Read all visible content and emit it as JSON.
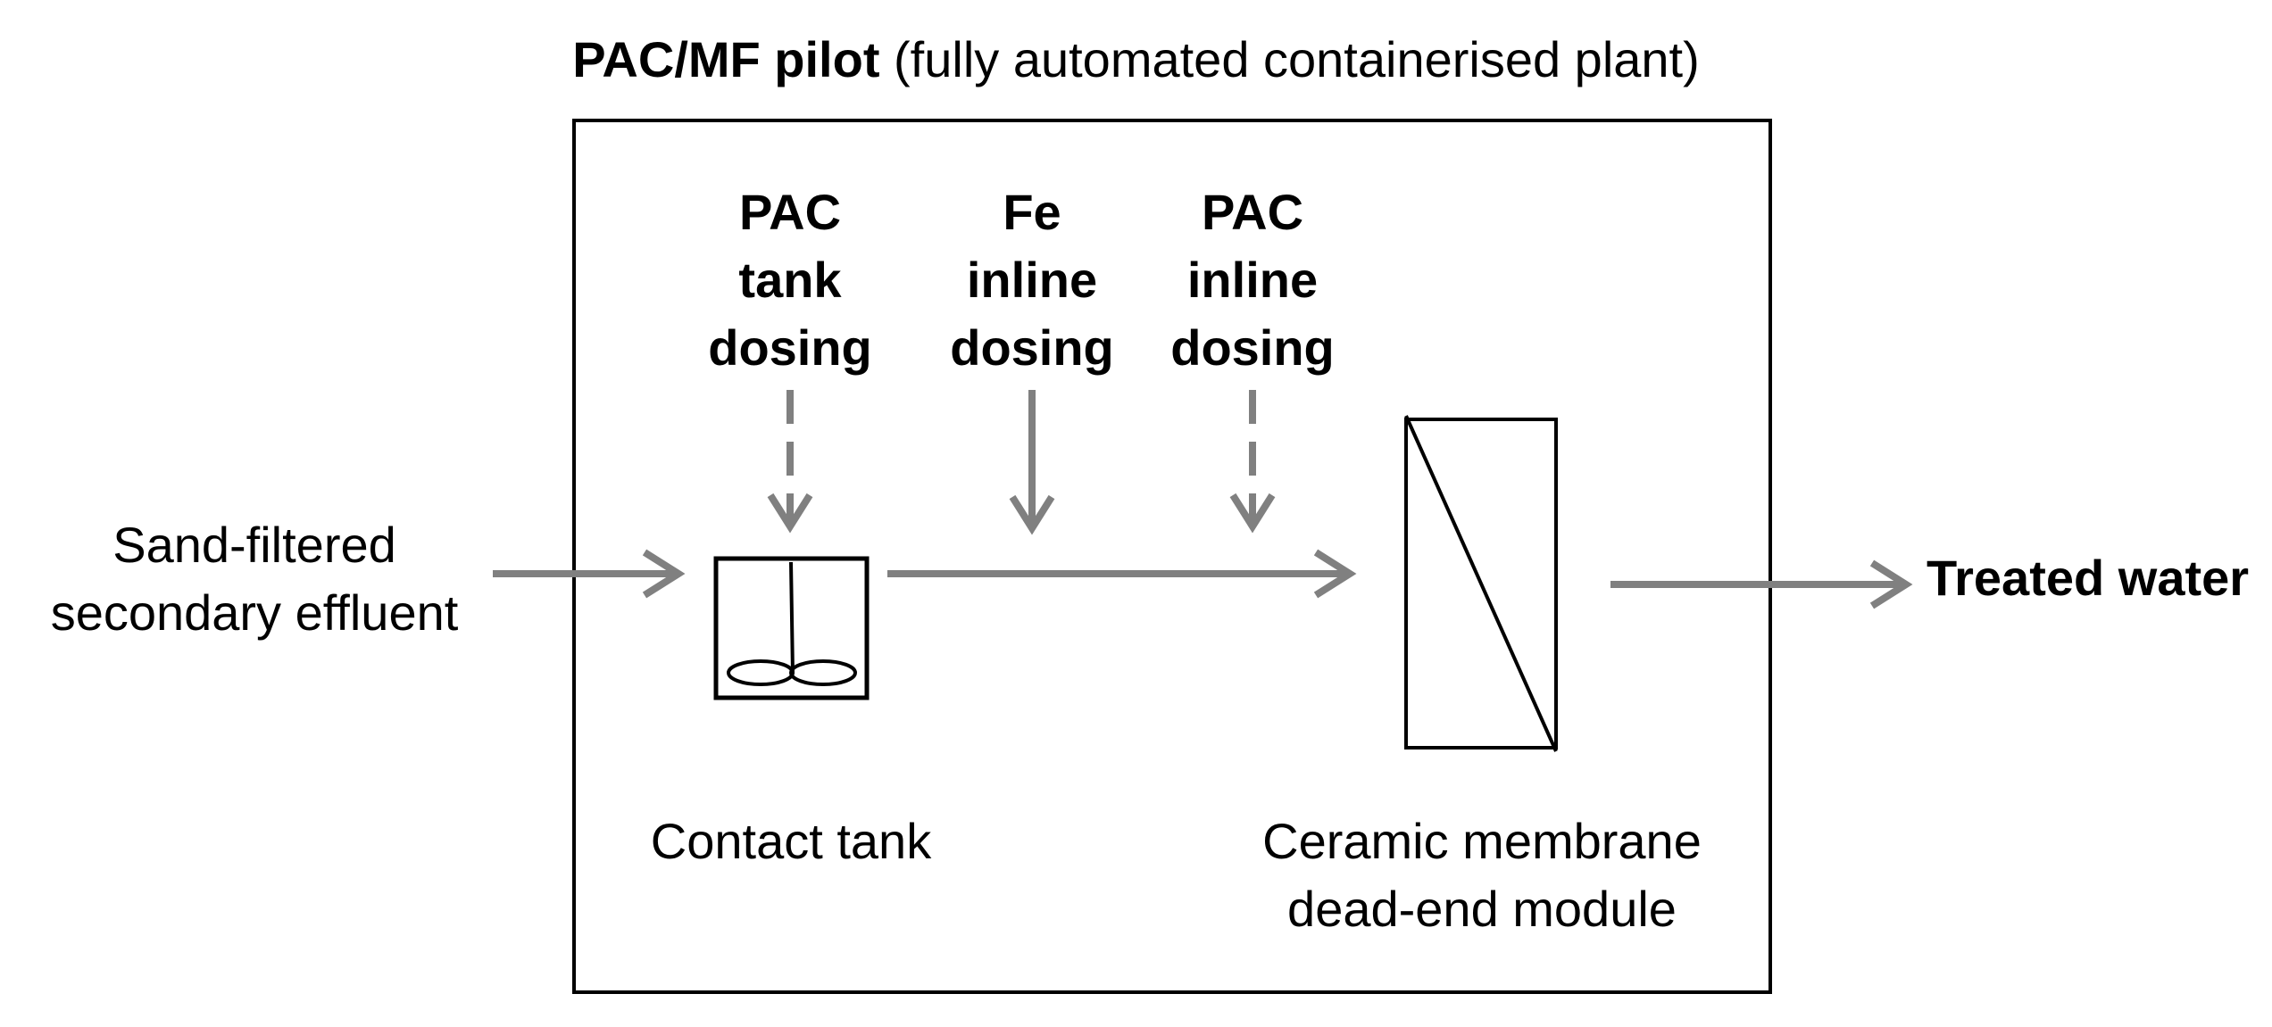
{
  "diagram": {
    "title": {
      "bold": "PAC/MF pilot",
      "normal": "(fully automated containerised plant)"
    },
    "inlet_label": [
      "Sand-filtered",
      "secondary effluent"
    ],
    "outlet_label": "Treated water",
    "dosing": [
      {
        "lines": [
          "PAC",
          "tank",
          "dosing"
        ],
        "line_style": "dashed"
      },
      {
        "lines": [
          "Fe",
          "inline",
          "dosing"
        ],
        "line_style": "solid"
      },
      {
        "lines": [
          "PAC",
          "inline",
          "dosing"
        ],
        "line_style": "dashed"
      }
    ],
    "contact_tank_label": "Contact tank",
    "membrane_label": [
      "Ceramic membrane",
      "dead-end module"
    ],
    "colors": {
      "arrow": "#808080",
      "outline": "#000000"
    }
  }
}
